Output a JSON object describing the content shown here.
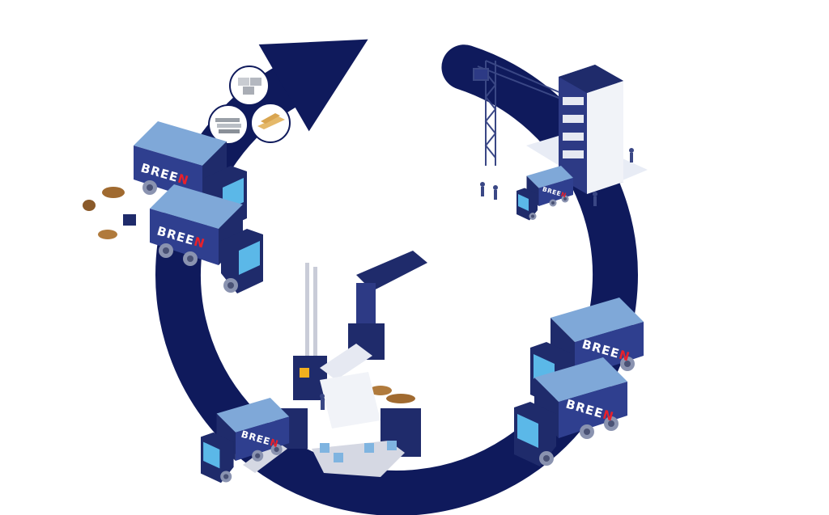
{
  "brand": {
    "logo_text_main": "BREE",
    "logo_text_accent": "N"
  },
  "colors": {
    "cycle_arrow": "#0f1a5c",
    "truck_body": "#2f3f8f",
    "truck_dark": "#1f2b6b",
    "truck_window": "#5bb8e8",
    "load": "#7fa8d8",
    "logo_accent": "#e8202a",
    "building": "#2d3a85",
    "soil": "#b07a3c"
  },
  "illustration": {
    "stages": [
      "recycled-materials",
      "construction-site",
      "transport-trucks",
      "recycling-plant",
      "waste-collection"
    ],
    "material_icons": [
      "concrete-blocks-icon",
      "steel-bars-icon",
      "timber-planks-icon"
    ]
  }
}
